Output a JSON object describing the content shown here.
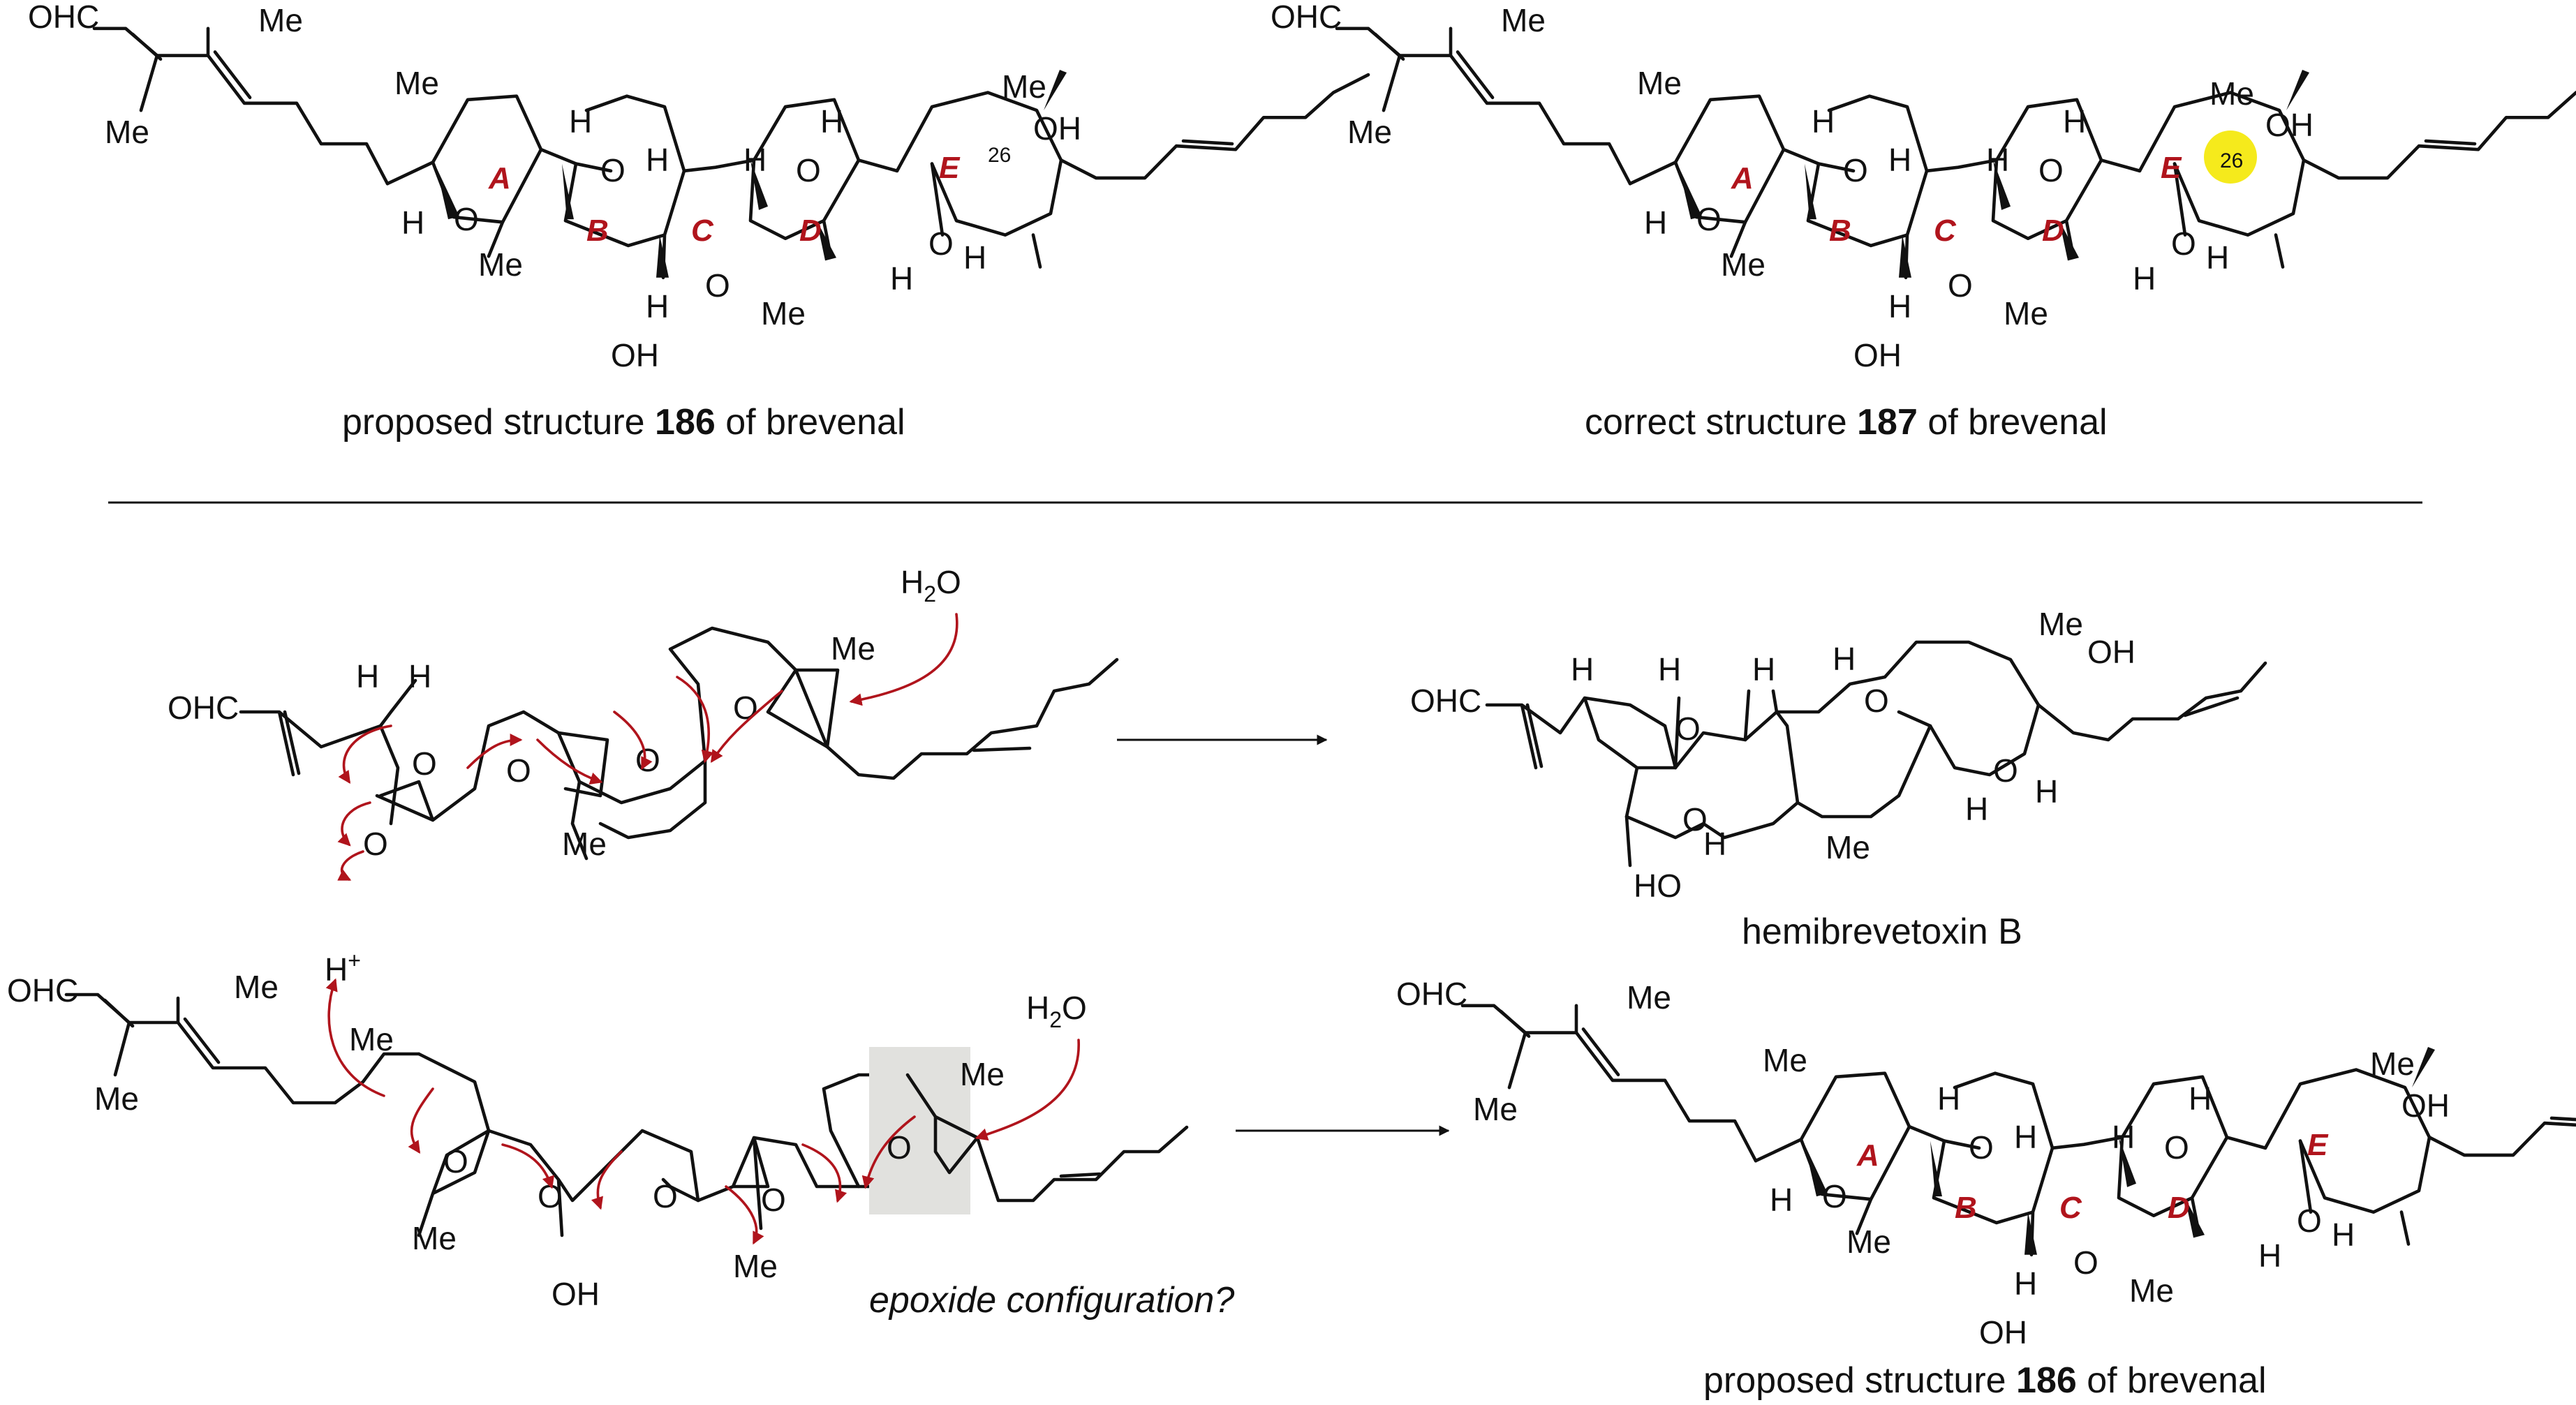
{
  "atoms": {
    "ohc": "OHC",
    "me": "Me",
    "oh": "OH",
    "ho": "HO",
    "h": "H",
    "o": "O",
    "water_h": "H",
    "water_2": "2",
    "water_o": "O",
    "proton": "H",
    "proton_charge": "+",
    "c26": "26"
  },
  "ring_labels": [
    "A",
    "B",
    "C",
    "D",
    "E"
  ],
  "captions": {
    "top_left_prefix": "proposed structure ",
    "top_left_number": "186",
    "top_left_suffix": " of brevenal",
    "top_right_prefix": "correct structure ",
    "top_right_number": "187",
    "top_right_suffix": " of brevenal",
    "hemibrevetoxin": "hemibrevetoxin B",
    "epoxide_question": "epoxide configuration?",
    "bottom_right_prefix": "proposed structure ",
    "bottom_right_number": "186",
    "bottom_right_suffix": " of brevenal"
  },
  "colors": {
    "mechanism_arrow": "#b0141c",
    "ring_label": "#b0141c",
    "c26_highlight": "#f5ea1c",
    "epoxide_box": "#e1e1de"
  }
}
